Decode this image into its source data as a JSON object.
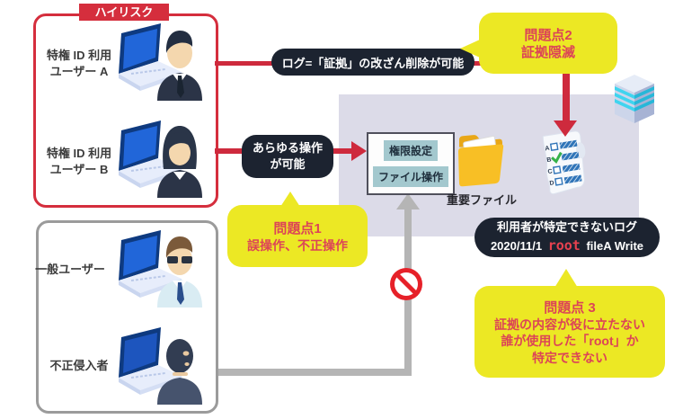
{
  "groups": {
    "high_risk": {
      "tab_label": "ハイリスク",
      "users": [
        {
          "line1": "特権 ID 利用",
          "line2": "ユーザー A",
          "icon": "male-privileged-user-laptop-icon"
        },
        {
          "line1": "特権 ID 利用",
          "line2": "ユーザー B",
          "icon": "female-privileged-user-laptop-icon"
        }
      ]
    },
    "general": {
      "users": [
        {
          "line1": "一般ユーザー",
          "icon": "general-user-laptop-icon"
        },
        {
          "line1": "不正侵入者",
          "icon": "intruder-laptop-icon"
        }
      ]
    }
  },
  "labels": {
    "log_tamper_pill": "ログ=「証拠」の改ざん削除が可能",
    "any_ops_line1": "あらゆる操作",
    "any_ops_line2": "が可能"
  },
  "issues": {
    "issue1": {
      "title": "問題点1",
      "line1": "誤操作、不正操作"
    },
    "issue2": {
      "title": "問題点2",
      "line1": "証拠隠滅"
    },
    "issue3": {
      "title": "問題点 3",
      "line1": "証拠の内容が役に立たない",
      "line2": "誰が使用した「root」か",
      "line3": "特定できない"
    }
  },
  "system": {
    "ops_items": [
      "権限設定",
      "ファイル操作"
    ],
    "folder_label": "重要ファイル",
    "icons": [
      "folder-icon",
      "log-scroll-checklist-icon",
      "server-icon",
      "prohibition-icon"
    ]
  },
  "log_record": {
    "line1": "利用者が特定できないログ",
    "date": "2020/11/1",
    "user": "root",
    "detail": "fileA Write"
  },
  "colors": {
    "risk_red": "#d52e3d",
    "arrow_red": "#ce2a3d",
    "bubble_yellow": "#ece824",
    "issue_text_red": "#dc4457",
    "pill_dark": "#1c2330",
    "panel_gray": "#dcdbe8",
    "ops_teal": "#a3c8ce",
    "gray_arrow": "#b5b5b5",
    "prohibition_red": "#e62129",
    "root_red": "#e8414f"
  }
}
